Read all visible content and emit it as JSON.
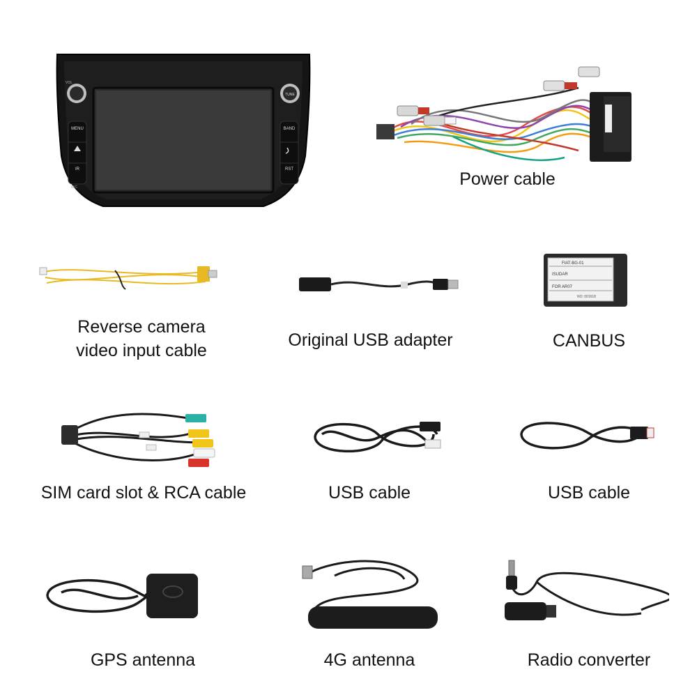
{
  "head_unit": {
    "labels": {
      "menu": "MENU",
      "band": "BAND",
      "ir": "IR",
      "rst": "RST",
      "tune": "TUNE",
      "vol": "VOL",
      "mic": "MIC"
    }
  },
  "captions": {
    "power_cable": "Power cable",
    "reverse_camera_line1": "Reverse camera",
    "reverse_camera_line2": "video input cable",
    "usb_adapter": "Original USB adapter",
    "canbus": "CANBUS",
    "sim_rca": "SIM card slot & RCA cable",
    "usb_cable_1": "USB cable",
    "usb_cable_2": "USB cable",
    "gps": "GPS antenna",
    "antenna_4g": "4G  antenna",
    "radio_converter": "Radio converter"
  },
  "canbus_label": {
    "line1": "FIAT-BG-01",
    "line2": "ISUDAR",
    "line3": "FOR  AR07",
    "line4": "NO: 001618"
  }
}
